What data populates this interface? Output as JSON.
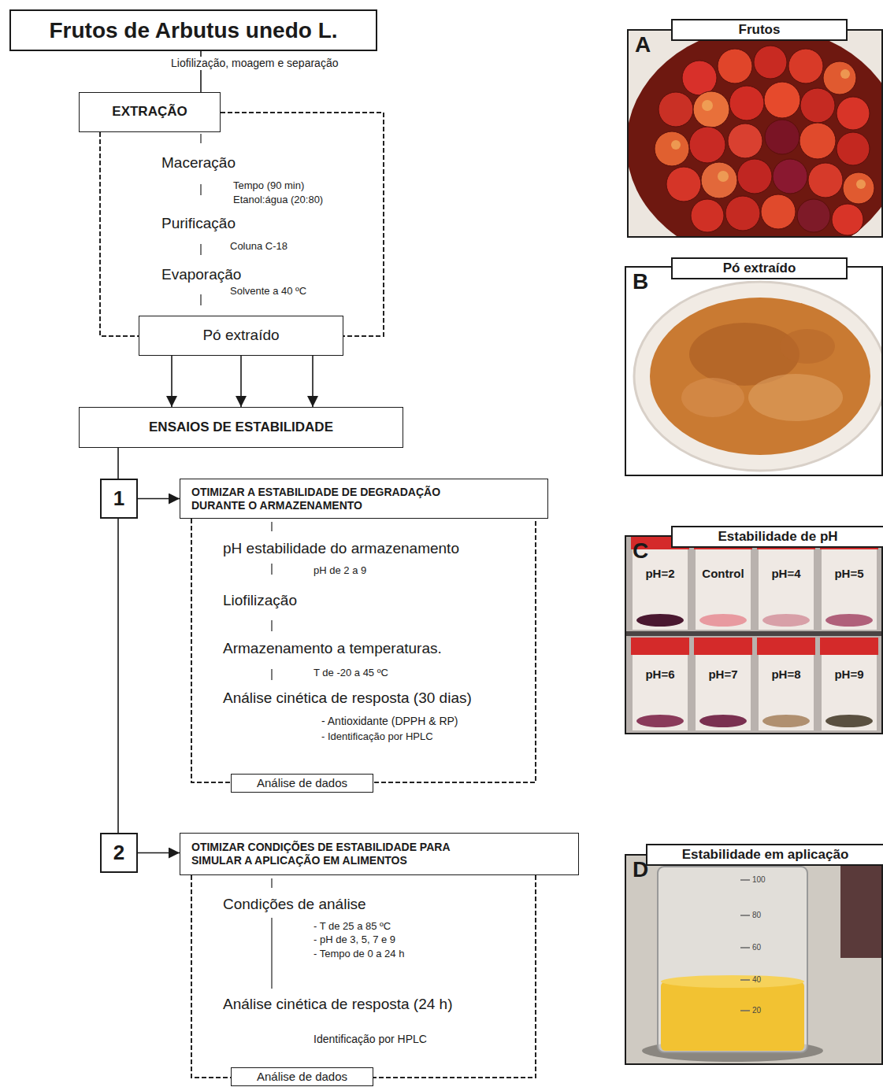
{
  "diagram": {
    "nodes": [
      {
        "text": [
          "Frutos de Arbutus unedo L."
        ]
      },
      {
        "text": [
          "EXTRAÇÃO"
        ]
      },
      {
        "text": [
          "Pó extraído"
        ]
      },
      {
        "text": [
          "ENSAIOS DE ESTABILIDADE"
        ]
      },
      {
        "text": [
          "1"
        ]
      },
      {
        "text": [
          "OTIMIZAR A ESTABILIDADE DE DEGRADAÇÃO DURANTE O ARMAZENAMENTO"
        ]
      },
      {
        "text": [
          "2"
        ]
      },
      {
        "text": [
          "OTIMIZAR CONDIÇÕES DE ESTABILIDADE PARA SIMULAR A APLICAÇÃO EM ALIMENTOS"
        ]
      },
      {
        "text": [
          "Análise de dados"
        ]
      },
      {
        "text": [
          "Análise de dados"
        ]
      },
      {
        "text": [
          "Frutos",
          "A"
        ]
      },
      {
        "text": [
          "Pó extraído",
          "B"
        ]
      },
      {
        "text": [
          "Estabilidade de pH",
          "C"
        ]
      },
      {
        "text": [
          "Estabilidade em aplicação",
          "D"
        ]
      }
    ],
    "edges": [
      {
        "from": 0,
        "to": 1,
        "arrow": "none"
      },
      {
        "from": 2,
        "to": 3,
        "arrow": "to"
      },
      {
        "from": 2,
        "to": 3,
        "arrow": "to"
      },
      {
        "from": 2,
        "to": 3,
        "arrow": "to"
      },
      {
        "from": 3,
        "to": 4,
        "arrow": "none"
      },
      {
        "from": 4,
        "to": 5,
        "arrow": "to"
      },
      {
        "from": 4,
        "to": 6,
        "arrow": "none"
      },
      {
        "from": 6,
        "to": 7,
        "arrow": "to"
      }
    ],
    "labels": [
      "Liofilização, moagem e separação",
      "Maceração",
      "Tempo (90 min)",
      "Etanol:água (20:80)",
      "Purificação",
      "Coluna C-18",
      "Evaporação",
      "Solvente a 40 ºC",
      "pH estabilidade do armazenamento",
      "pH de 2 a 9",
      "Liofilização",
      "Armazenamento a temperaturas.",
      "T de -20 a 45 ºC",
      "Análise cinética de resposta (30 dias)",
      "- Antioxidante (DPPH & RP)",
      "- Identificação por HPLC",
      "Condições de análise",
      "- T de 25 a 85 ºC",
      "- pH de 3, 5, 7 e 9",
      "- Tempo de 0 a 24 h",
      "Análise cinética de resposta (24 h)",
      "Identificação por HPLC",
      "pH=2",
      "Control",
      "pH=4",
      "pH=5",
      "pH=6",
      "pH=7",
      "pH=8",
      "pH=9",
      "100",
      "80",
      "60",
      "40",
      "20"
    ]
  }
}
